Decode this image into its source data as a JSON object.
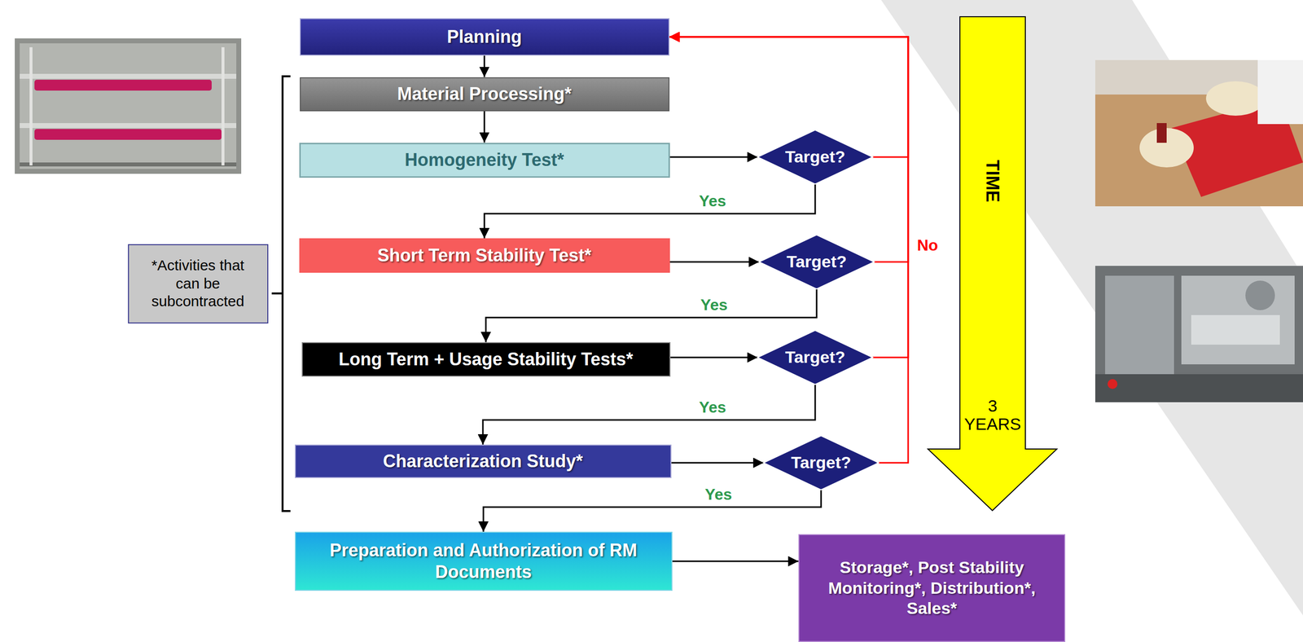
{
  "diagram": {
    "nodes": [
      {
        "text": [
          "Planning"
        ]
      },
      {
        "text": [
          "Material Processing*"
        ]
      },
      {
        "text": [
          "Homogeneity Test*"
        ]
      },
      {
        "text": [
          "Target?"
        ]
      },
      {
        "text": [
          "Short Term Stability Test*"
        ]
      },
      {
        "text": [
          "Target?"
        ]
      },
      {
        "text": [
          "Long Term + Usage Stability Tests*"
        ]
      },
      {
        "text": [
          "Target?"
        ]
      },
      {
        "text": [
          "Characterization Study*"
        ]
      },
      {
        "text": [
          "Target?"
        ]
      },
      {
        "text": [
          "Preparation and Authorization of RM Documents"
        ]
      },
      {
        "text": [
          "Storage*, Post Stability Monitoring*, Distribution*, Sales*"
        ]
      },
      {
        "text": [
          "*Activities that can be subcontracted"
        ]
      },
      {
        "text": [
          "TIME",
          "3 YEARS"
        ]
      }
    ],
    "edges": [
      {
        "from": 0,
        "to": 1,
        "arrow": "to"
      },
      {
        "from": 1,
        "to": 2,
        "arrow": "to"
      },
      {
        "from": 2,
        "to": 3,
        "arrow": "to"
      },
      {
        "from": 3,
        "to": 4,
        "label": "Yes",
        "arrow": "to"
      },
      {
        "from": 4,
        "to": 5,
        "arrow": "to"
      },
      {
        "from": 5,
        "to": 6,
        "label": "Yes",
        "arrow": "to"
      },
      {
        "from": 6,
        "to": 7,
        "arrow": "to"
      },
      {
        "from": 7,
        "to": 8,
        "label": "Yes",
        "arrow": "to"
      },
      {
        "from": 8,
        "to": 9,
        "arrow": "to"
      },
      {
        "from": 9,
        "to": 10,
        "label": "Yes",
        "arrow": "to"
      },
      {
        "from": 10,
        "to": 11,
        "arrow": "to"
      },
      {
        "from": 3,
        "to": 0,
        "arrow": "to"
      },
      {
        "from": 5,
        "to": 0,
        "label": "No",
        "arrow": "to"
      },
      {
        "from": 7,
        "to": 0,
        "arrow": "to"
      },
      {
        "from": 9,
        "to": 0,
        "arrow": "to"
      }
    ]
  }
}
